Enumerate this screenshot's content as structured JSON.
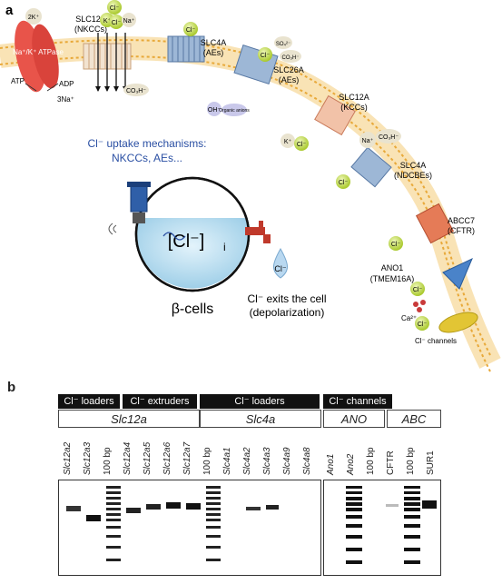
{
  "panel_a": {
    "label": "a",
    "pump": {
      "name": "Na⁺/K⁺ ATPase",
      "ion_k": "2K⁺",
      "atp": "ATP",
      "adp": "ADP",
      "na": "3Na⁺"
    },
    "transporters": [
      {
        "id": "nkcc",
        "family": "SLC12A",
        "sub": "(NKCCs)",
        "ions": [
          "K⁺",
          "Cl⁻",
          "Cl⁻",
          "Na⁺"
        ]
      },
      {
        "id": "ae",
        "family": "SLC4A",
        "sub": "(AEs)",
        "ions": [
          "Cl⁻",
          "CO₃H⁻"
        ]
      },
      {
        "id": "slc26",
        "family": "SLC26A",
        "sub": "(AEs)",
        "ions": [
          "SO₄²⁻",
          "Cl⁻",
          "CO₃H⁻",
          "OH⁻",
          "Organic anions"
        ]
      },
      {
        "id": "kcc",
        "family": "SLC12A",
        "sub": "(KCCs)",
        "ions": [
          "K⁺",
          "Cl⁻"
        ]
      },
      {
        "id": "ndcbe",
        "family": "SLC4A",
        "sub": "(NDCBEs)",
        "ions": [
          "Na⁺",
          "CO₃H⁻",
          "Cl⁻"
        ]
      },
      {
        "id": "cftr",
        "family": "ABCC7",
        "sub": "(CFTR)",
        "ions": [
          "Cl⁻"
        ]
      },
      {
        "id": "ano1",
        "family": "ANO1",
        "sub": "(TMEM16A)",
        "ions": [
          "Cl⁻",
          "Ca²⁺"
        ]
      },
      {
        "id": "clch",
        "family": "Cl⁻ channels",
        "sub": "",
        "ions": [
          "Cl⁻"
        ]
      }
    ],
    "uptake_text": [
      "Cl⁻ uptake mechanisms:",
      "NKCCs, AEs..."
    ],
    "cell_label": "[Cl⁻]",
    "cell_sub": "i",
    "cell_name": "β-cells",
    "drop_label": "Cl⁻",
    "exit_text": [
      "Cl⁻ exits the cell",
      "(depolarization)"
    ]
  },
  "panel_b": {
    "label": "b",
    "headers": [
      "Cl⁻ loaders",
      "Cl⁻ extruders",
      "Cl⁻ loaders",
      "Cl⁻ channels"
    ],
    "families": [
      "Slc12a",
      "Slc4a",
      "ANO",
      "ABC"
    ],
    "lanes": [
      "Slc12a2",
      "Slc12a3",
      "100 bp",
      "Slc12a4",
      "Slc12a5",
      "Slc12a6",
      "Slc12a7",
      "100 bp",
      "Slc4a1",
      "Slc4a2",
      "Slc4a3",
      "Slc4a9",
      "Slc4a8",
      "Ano1",
      "Ano2",
      "100 bp",
      "CFTR",
      "100 bp",
      "SUR1"
    ]
  },
  "colors": {
    "chloride": "#b7d334",
    "pump": "#e8544a",
    "membrane": "#f2c25c",
    "cell": "#bfe0f0",
    "header": "#111111"
  }
}
